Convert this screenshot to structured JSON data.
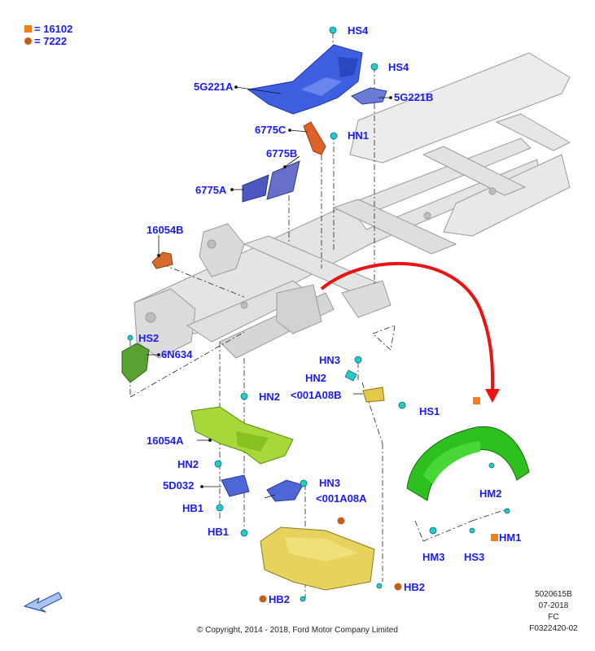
{
  "legend": [
    {
      "symbol": "orange-square",
      "text": "= 16102",
      "color": "#f07f1c"
    },
    {
      "symbol": "brown-dot",
      "text": "= 7222",
      "color": "#c05f1a"
    }
  ],
  "callouts": {
    "hs4_top": "HS4",
    "hs4_mid": "HS4",
    "p5g221a": "5G221A",
    "p5g221b": "5G221B",
    "p6775c": "6775C",
    "hn1": "HN1",
    "p6775b": "6775B",
    "p6775a": "6775A",
    "p16054b": "16054B",
    "hs2": "HS2",
    "p6n634": "6N634",
    "hn3_upper": "HN3",
    "hn2_upper": "HN2",
    "p001a08b": "<001A08B",
    "hs1": "HS1",
    "hn2_mid": "HN2",
    "p16054a": "16054A",
    "hn2_lower": "HN2",
    "p5d032": "5D032",
    "hn3_lower": "HN3",
    "p001a08a": "<001A08A",
    "hb1_upper": "HB1",
    "hb1_lower": "HB1",
    "hm2": "HM2",
    "hm1": "HM1",
    "hm3": "HM3",
    "hs3": "HS3",
    "hb2_right": "HB2",
    "hb2_left": "HB2"
  },
  "footer": {
    "code": "5020615B",
    "date": "07-2018",
    "fc": "FC",
    "figure_id": "F0322420-02",
    "copyright": "© Copyright, 2014 - 2018, Ford Motor Company Limited"
  },
  "colors": {
    "label": "#1a1aff",
    "heat_shield_blue": "#3355dd",
    "bracket_orange": "#e0602a",
    "shield_green": "#55cc22",
    "skid_plate_yellow": "#e0d060",
    "fastener_cyan": "#22cccc",
    "arrow_red": "#ee1111",
    "frame_gray": "#d8d8d8"
  },
  "icons": {
    "nav_arrow": "direction-arrow-icon"
  }
}
